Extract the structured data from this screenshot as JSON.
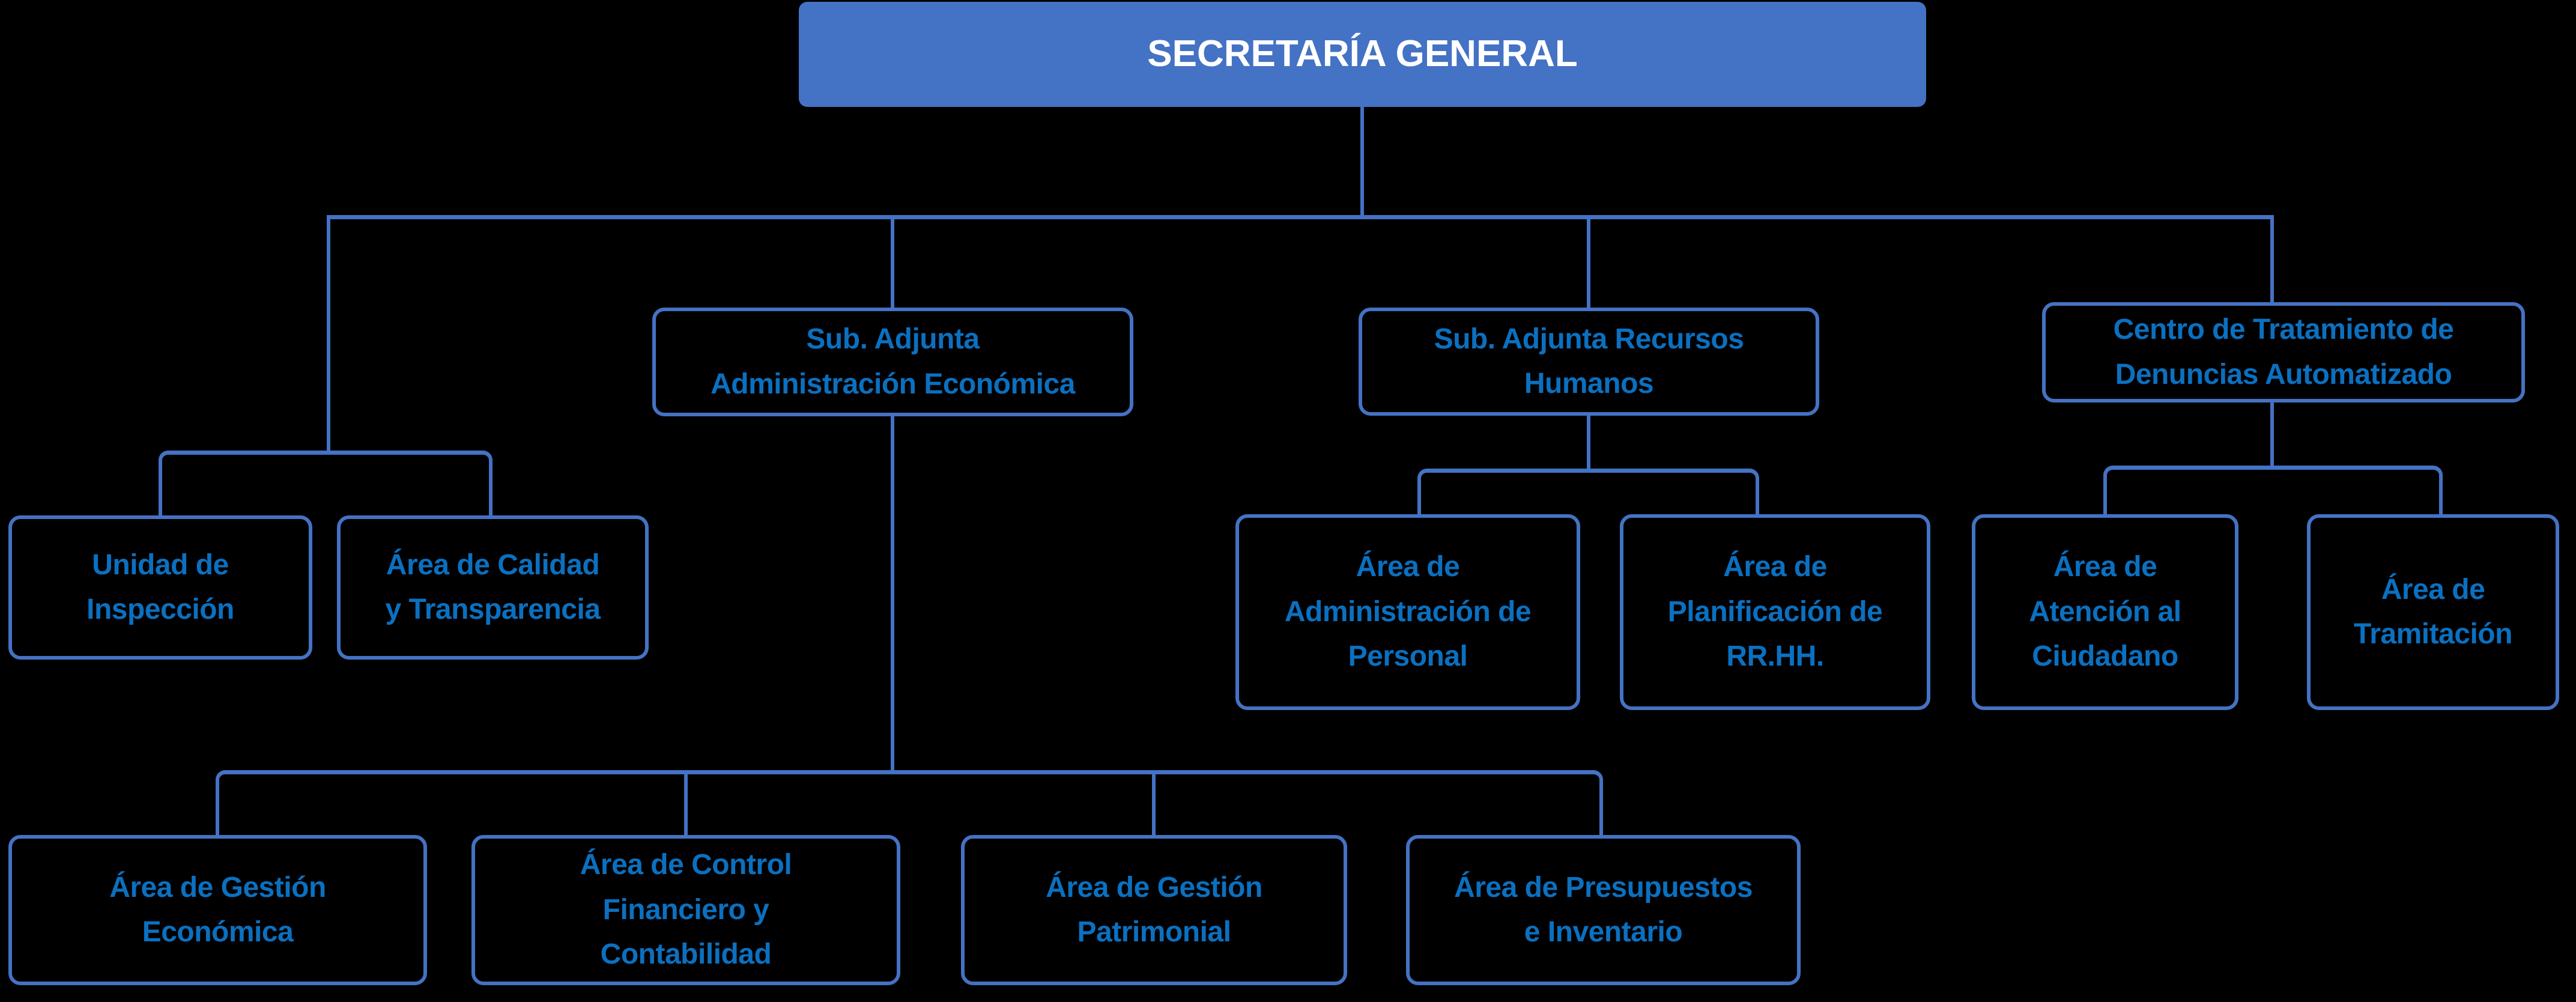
{
  "colors": {
    "background": "#000000",
    "connector": "#4472C4",
    "box_fill": "#4472C4",
    "box_border": "#4472C4",
    "box_text": "#0B70C0",
    "root_text": "#FFFFFF"
  },
  "nodes": {
    "root": {
      "label": "SECRETARÍA GENERAL",
      "lines": [
        "SECRETARÍA GENERAL"
      ]
    },
    "sub_adjunta_economica": {
      "label": "Sub. Adjunta Administración Económica",
      "lines": [
        "Sub. Adjunta",
        "Administración Económica"
      ]
    },
    "sub_adjunta_rrhh": {
      "label": "Sub. Adjunta Recursos Humanos",
      "lines": [
        "Sub. Adjunta Recursos",
        "Humanos"
      ]
    },
    "centro_denuncias": {
      "label": "Centro de Tratamiento de Denuncias Automatizado",
      "lines": [
        "Centro de Tratamiento de",
        "Denuncias Automatizado"
      ]
    },
    "unidad_inspeccion": {
      "label": "Unidad de Inspección",
      "lines": [
        "Unidad de",
        "Inspección"
      ]
    },
    "calidad_transparencia": {
      "label": "Área de Calidad y Transparencia",
      "lines": [
        "Área de Calidad",
        "y Transparencia"
      ]
    },
    "administracion_personal": {
      "label": "Área de Administración de Personal",
      "lines": [
        "Área de",
        "Administración de",
        "Personal"
      ]
    },
    "planificacion_rrhh": {
      "label": "Área de Planificación de RR.HH.",
      "lines": [
        "Área de",
        "Planificación de",
        "RR.HH."
      ]
    },
    "atencion_ciudadano": {
      "label": "Área de Atención al Ciudadano",
      "lines": [
        "Área de",
        "Atención al",
        "Ciudadano"
      ]
    },
    "tramitacion": {
      "label": "Área de Tramitación",
      "lines": [
        "Área de",
        "Tramitación"
      ]
    },
    "gestion_economica": {
      "label": "Área de Gestión Económica",
      "lines": [
        "Área de Gestión",
        "Económica"
      ]
    },
    "control_financiero": {
      "label": "Área de Control Financiero y Contabilidad",
      "lines": [
        "Área de Control",
        "Financiero y",
        "Contabilidad"
      ]
    },
    "gestion_patrimonial": {
      "label": "Área de Gestión Patrimonial",
      "lines": [
        "Área de Gestión",
        "Patrimonial"
      ]
    },
    "presupuestos_inventario": {
      "label": "Área de Presupuestos e Inventario",
      "lines": [
        "Área de Presupuestos",
        "e Inventario"
      ]
    }
  }
}
